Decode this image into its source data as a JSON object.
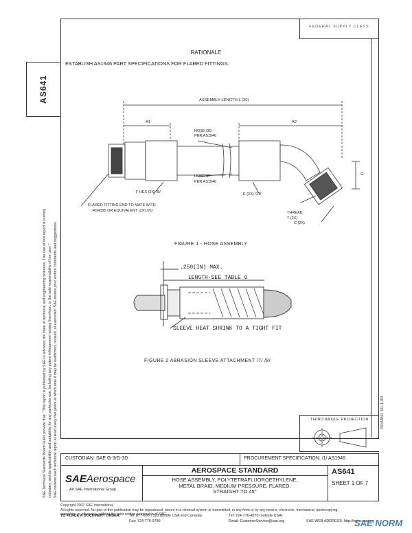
{
  "header": {
    "top_right_stamp": "FEDERAL SUPPLY CLASS",
    "side_docnum": "AS641",
    "issued": "ISSUED 10-1-90"
  },
  "side_note": {
    "line1": "SAE Technical Standards Board Rules provide that: \"This report is published by SAE to advance the state of technical and engineering sciences. The use of this report is entirely",
    "line2": "voluntary, and its applicability and suitability for any particular use, including any patent infringement arising therefrom, is the sole responsibility of the user.\"",
    "line3": "SAE reviews each technical report at least every five years at which time it may be reaffirmed, revised, or cancelled. SAE invites your written comments and suggestions."
  },
  "rationale": {
    "title": "RATIONALE",
    "text": "ESTABLISH AS1946 PART SPECIFICATIONS FOR FLARED FITTINGS."
  },
  "figure1": {
    "caption": "FIGURE 1 - HOSE ASSEMBLY",
    "labels": {
      "assembly_length": "ASSEMBLY LENGTH L (20)",
      "a1": "A1",
      "a2": "A2",
      "hose_od": "HOSE OD",
      "per_as1946_a": "PER AS1946",
      "hose_id": "HOSE ID",
      "per_as1946_b": "PER AS1946",
      "hex": "F HEX (2X) /8/",
      "flared1": "FLARED FITTING END TO MATE WITH",
      "flared2": "AS4395 OR EQUIVALENT (2X) /21/",
      "e": "E (2X) /17/",
      "thread1": "THREAD",
      "thread2": "T (2X)",
      "c": "C (2X)",
      "g": "G"
    }
  },
  "figure2": {
    "caption": "FIGURE 2 ABRASION SLEEVE ATTACHMENT /7/ /8/",
    "max": ".250(IN) MAX.",
    "length": "LENGTH-SEE TABLE 6",
    "sleeve": "SLEEVE HEAT SHRINK TO A TIGHT FIT"
  },
  "third_angle": "THIRD ANGLE PROJECTION",
  "title_block": {
    "custodian": "CUSTODIAN: SAE G-3/G-3D",
    "procurement": "PROCUREMENT SPECIFICATION: /1/ AS1946",
    "standard": "AEROSPACE STANDARD",
    "title1": "HOSE ASSEMBLY, POLYTETRAFLUOROETHYLENE,",
    "title2": "METAL BRAID, MEDIUM PRESSURE, FLARED,",
    "title3": "STRAIGHT TO 45°",
    "docnum": "AS641",
    "sheet": "SHEET 1 OF 7",
    "brand_sae": "SAE",
    "brand_aero": "Aerospace",
    "brand_sub": "An SAE International Group"
  },
  "footer": {
    "copyright": "Copyright 2002 SAE International",
    "rights": "All rights reserved. No part of this publication may be reproduced, stored in a retrieval system or transmitted, in any form or by any means, electronic, mechanical, photocopying,",
    "rights2": "recording, or otherwise, without the prior written permission of SAE.",
    "order_label": "TO PLACE A DOCUMENT ORDER:",
    "tel_us": "Tel: 877-606-7323 (inside USA and Canada)",
    "tel_out": "Tel: 724-776-4970 (outside USA)",
    "fax": "Fax: 724-776-0790",
    "email": "Email: CustomerService@sae.org",
    "web": "SAE WEB ADDRESS: http://www.sae.org"
  },
  "watermark": "SAE NORM"
}
